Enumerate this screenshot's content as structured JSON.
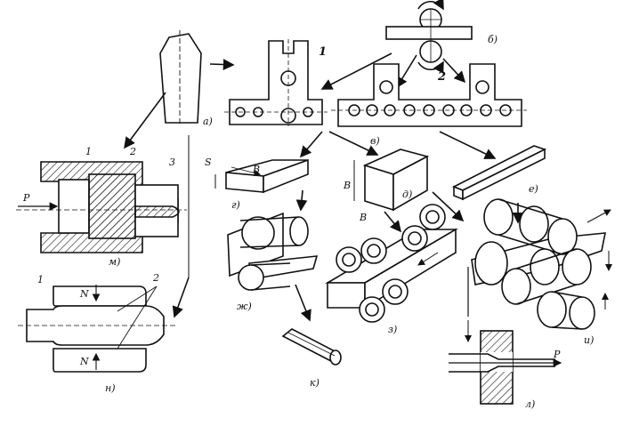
{
  "labels": {
    "a": "а)",
    "b": "б)",
    "v": "в)",
    "g": "г)",
    "d": "д)",
    "e": "е)",
    "zh": "ж)",
    "z": "з)",
    "i": "и)",
    "k": "к)",
    "l": "л)",
    "m": "м)",
    "n": "н)"
  },
  "marks": {
    "one": "1",
    "two": "2",
    "three": "3",
    "N_top": "N",
    "N_bottom": "N",
    "P_left": "Р",
    "P_right": "P",
    "S": "S",
    "B_g": "B",
    "B_d1": "B",
    "B_d2": "B",
    "stand_1": "1",
    "stand_2": "2",
    "m_1": "1",
    "m_2": "2",
    "m_3": "3",
    "n_1": "1",
    "n_2": "2"
  },
  "colors": {
    "ink": "#111111",
    "background": "#ffffff"
  }
}
